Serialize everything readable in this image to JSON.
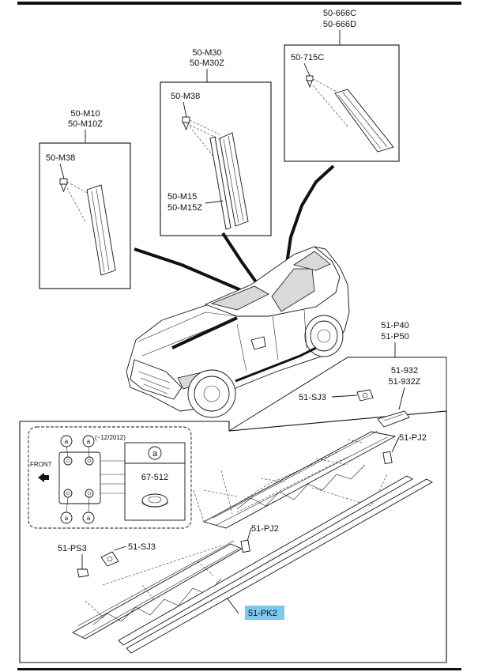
{
  "labels": {
    "p50666": [
      "50-666C",
      "50-666D"
    ],
    "p50715": "50-715C",
    "p50M30": [
      "50-M30",
      "50-M30Z"
    ],
    "p50M38a": "50-M38",
    "p50M15": [
      "50-M15",
      "50-M15Z"
    ],
    "p50M10": [
      "50-M10",
      "50-M10Z"
    ],
    "p50M38b": "50-M38",
    "p51P40": [
      "51-P40",
      "51-P50"
    ],
    "p51932": [
      "51-932",
      "51-932Z"
    ],
    "p51SJ3a": "51-SJ3",
    "p51PJ2a": "51-PJ2",
    "p51PJ2b": "51-PJ2",
    "p51PS3": "51-PS3",
    "p51SJ3b": "51-SJ3",
    "p51PK2": "51-PK2",
    "p67512": "67-512",
    "front": "FRONT",
    "note": "(~12/2012)",
    "clip": "a"
  },
  "colors": {
    "highlight": "#7ec8ef",
    "line": "#111111"
  }
}
